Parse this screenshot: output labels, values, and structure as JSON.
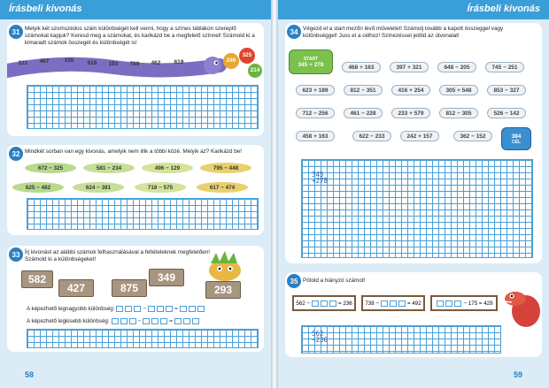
{
  "header": {
    "title": "Írásbeli kivonás"
  },
  "left_page": {
    "page_number": "58",
    "task31": {
      "number": "31",
      "text": "Melyik két szomszédos szám különbségét kell venni, hogy a színes táblákon szereplő számokat kapjuk? Keresd meg a számokat, és karikázd be a megfelelő színnel! Számold ki a kimaradt számok összegét és különbségét is!",
      "snake_numbers": [
        "221",
        "467",
        "155",
        "518",
        "193",
        "789",
        "462",
        "619"
      ],
      "colored_signs": [
        {
          "value": "246",
          "color": "#e8a634"
        },
        {
          "value": "325",
          "color": "#e0442e"
        },
        {
          "value": "214",
          "color": "#6cb33f"
        }
      ]
    },
    "task32": {
      "number": "32",
      "text": "Mindkét sorban van egy kivonás, amelyik nem illik a többi közé. Melyik az? Karikázd be!",
      "row1": [
        "672 − 325",
        "581 − 234",
        "496 − 129",
        "795 − 448"
      ],
      "row2": [
        "625 − 482",
        "624 − 381",
        "718 − 575",
        "617 − 474"
      ]
    },
    "task33": {
      "number": "33",
      "text": "Írj kivonást az alábbi számok felhasználásával a feltételeknek megfelelően! Számold ki a különbségeket!",
      "planks": [
        "582",
        "427",
        "875",
        "349",
        "293"
      ],
      "line1_label": "A képezhető legnagyobb különbség:",
      "line2_label": "A képezhető legkisebb különbség:"
    }
  },
  "right_page": {
    "page_number": "59",
    "task34": {
      "number": "34",
      "text": "Végezd el a start mezőn lévő műveletet! Számolj tovább a kapott összeggel vagy különbséggel! Juss el a célhoz! Színezéssel jelöld az útvonalat!",
      "start_label": "START",
      "start_expr": "345 + 278",
      "target_label": "CÉL",
      "target_value": "384",
      "stones": [
        "468 + 163",
        "397 + 321",
        "648 − 205",
        "745 − 251",
        "623 + 189",
        "812 − 351",
        "416 + 254",
        "305 + 548",
        "853 − 327",
        "712 − 256",
        "461 − 228",
        "233 + 579",
        "812 − 305",
        "526 − 142",
        "458 + 163",
        "622 − 233",
        "242 + 157",
        "362 − 152"
      ],
      "work_lines": [
        "345",
        "+278"
      ]
    },
    "task35": {
      "number": "35",
      "text": "Pótold a hiányzó számot!",
      "signs": [
        {
          "left": "562 −",
          "right": "= 236"
        },
        {
          "left": "738 −",
          "right": "= 492"
        },
        {
          "left": "",
          "right": "− 175 = 429"
        }
      ],
      "work_lines": [
        "562",
        "−236"
      ]
    }
  },
  "colors": {
    "accent": "#2a7fc2",
    "header": "#3a9ed8",
    "grid": "#4a9fd8",
    "background": "#dcecf6",
    "snake": "#7a6ec2"
  }
}
